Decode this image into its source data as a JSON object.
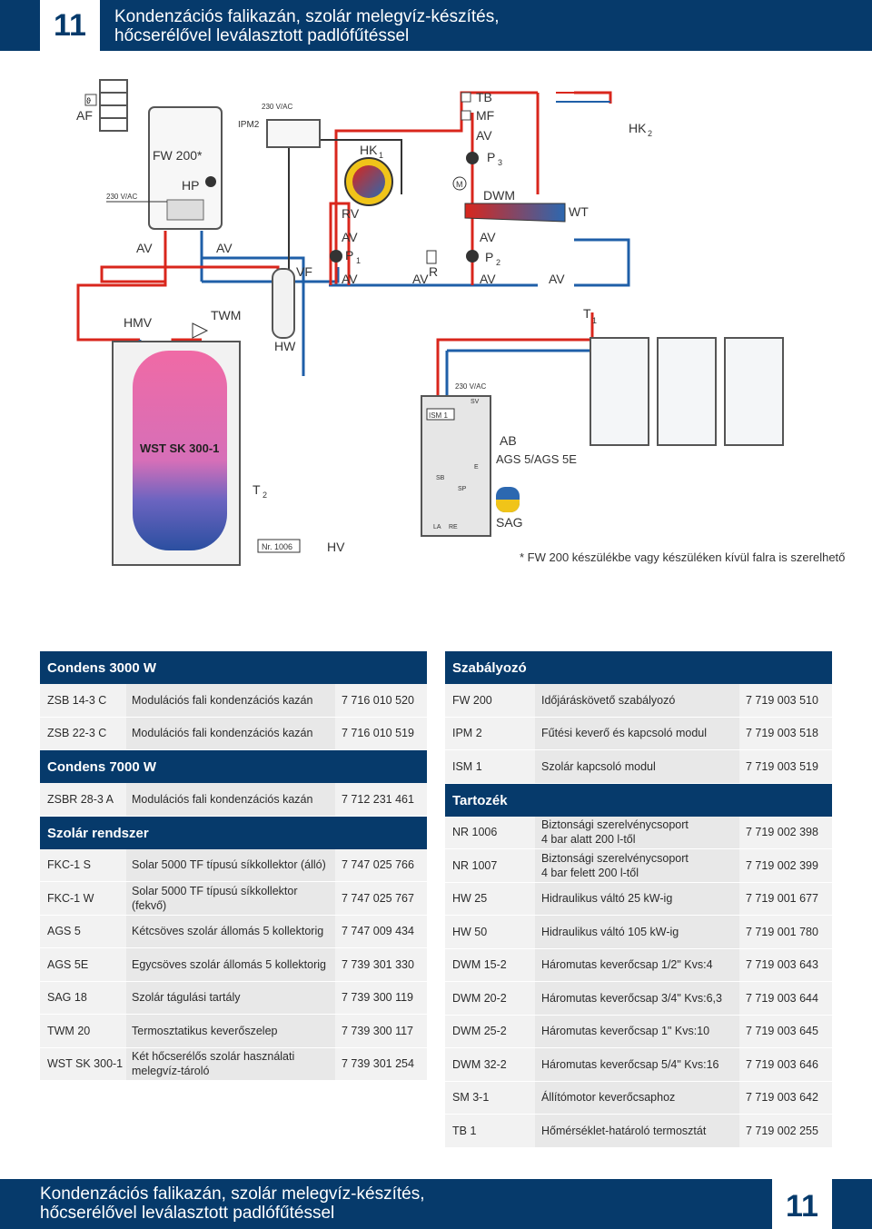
{
  "header": {
    "number": "11",
    "title_line1": "Kondenzációs falikazán, szolár melegvíz-készítés,",
    "title_line2": "hőcserélővel leválasztott padlófűtéssel"
  },
  "diagram": {
    "labels": {
      "af": "AF",
      "fw200": "FW 200*",
      "hp": "HP",
      "v230a": "230 V/AC",
      "v230b": "230 V/AC",
      "v230c": "230 V/AC",
      "ipm2": "IPM2",
      "hk1": "HK",
      "hk1_sub": "1",
      "hk2": "HK",
      "hk2_sub": "2",
      "tb": "TB",
      "mf": "MF",
      "av": "AV",
      "p3": "P",
      "p3_sub": "3",
      "p2": "P",
      "p2_sub": "2",
      "p1": "P",
      "p1_sub": "1",
      "dwm": "DWM",
      "wt": "WT",
      "rv": "RV",
      "vf": "VF",
      "r": "R",
      "m": "M",
      "hmv": "HMV",
      "twm": "TWM",
      "hw": "HW",
      "t1": "T",
      "t1_sub": "1",
      "t2": "T",
      "t2_sub": "2",
      "wst": "WST SK 300-1",
      "nr1006": "Nr. 1006",
      "hv": "HV",
      "ism1": "ISM 1",
      "sv": "SV",
      "ab": "AB",
      "ags": "AGS 5/AGS 5E",
      "sag": "SAG",
      "sb": "SB",
      "sp": "SP",
      "la": "LA",
      "re": "RE",
      "e": "E"
    },
    "colors": {
      "flow": "#d9261c",
      "return": "#1f5fa8",
      "cold": "#2c68b0",
      "tank_hot": "#f06aa5",
      "tank_cold": "#2b4fa0",
      "sag": "#f0c419"
    }
  },
  "footnote": "* FW 200 készülékbe vagy készüléken kívül falra is szerelhető",
  "left": {
    "sections": [
      {
        "title": "Condens 3000 W",
        "rows": [
          {
            "code": "ZSB 14-3 C",
            "desc": "Modulációs fali kondenzációs kazán",
            "desc2": "",
            "num": "7 716 010 520"
          },
          {
            "code": "ZSB 22-3 C",
            "desc": "Modulációs fali kondenzációs kazán",
            "desc2": "",
            "num": "7 716 010 519"
          }
        ]
      },
      {
        "title": "Condens 7000 W",
        "rows": [
          {
            "code": "ZSBR 28-3 A",
            "desc": "Modulációs fali kondenzációs kazán",
            "desc2": "",
            "num": "7 712 231 461"
          }
        ]
      },
      {
        "title": "Szolár rendszer",
        "rows": [
          {
            "code": "FKC-1 S",
            "desc": "Solar 5000 TF típusú síkkollektor (álló)",
            "desc2": "",
            "num": "7 747 025 766"
          },
          {
            "code": "FKC-1 W",
            "desc": "Solar 5000 TF típusú síkkollektor (fekvő)",
            "desc2": "",
            "num": "7 747 025 767"
          },
          {
            "code": "AGS 5",
            "desc": "Kétcsöves szolár állomás 5 kollektorig",
            "desc2": "",
            "num": "7 747 009 434"
          },
          {
            "code": "AGS 5E",
            "desc": "Egycsöves szolár állomás 5 kollektorig",
            "desc2": "",
            "num": "7 739 301 330"
          },
          {
            "code": "SAG 18",
            "desc": "Szolár tágulási tartály",
            "desc2": "",
            "num": "7 739 300 119"
          },
          {
            "code": "TWM 20",
            "desc": "Termosztatikus keverőszelep",
            "desc2": "",
            "num": "7 739 300 117"
          },
          {
            "code": "WST SK 300-1",
            "desc": "Két hőcserélős szolár használati",
            "desc2": "melegvíz-tároló",
            "num": "7 739 301 254"
          }
        ]
      }
    ]
  },
  "right": {
    "sections": [
      {
        "title": "Szabályozó",
        "rows": [
          {
            "code": "FW 200",
            "desc": "Időjáráskövető szabályozó",
            "desc2": "",
            "num": "7 719 003 510"
          },
          {
            "code": "IPM 2",
            "desc": "Fűtési keverő és kapcsoló modul",
            "desc2": "",
            "num": "7 719 003 518"
          },
          {
            "code": "ISM 1",
            "desc": "Szolár kapcsoló modul",
            "desc2": "",
            "num": "7 719 003 519"
          }
        ]
      },
      {
        "title": "Tartozék",
        "rows": [
          {
            "code": "NR 1006",
            "desc": "Biztonsági szerelvénycsoport",
            "desc2": "4 bar alatt 200 l-től",
            "num": "7 719 002 398"
          },
          {
            "code": "NR 1007",
            "desc": "Biztonsági szerelvénycsoport",
            "desc2": "4 bar felett 200 l-től",
            "num": "7 719 002 399"
          },
          {
            "code": "HW 25",
            "desc": "Hidraulikus váltó 25 kW-ig",
            "desc2": "",
            "num": "7 719 001 677"
          },
          {
            "code": "HW 50",
            "desc": "Hidraulikus váltó 105 kW-ig",
            "desc2": "",
            "num": "7 719 001 780"
          },
          {
            "code": "DWM 15-2",
            "desc": "Háromutas keverőcsap 1/2\" Kvs:4",
            "desc2": "",
            "num": "7 719 003 643"
          },
          {
            "code": "DWM 20-2",
            "desc": "Háromutas keverőcsap 3/4\" Kvs:6,3",
            "desc2": "",
            "num": "7 719 003 644"
          },
          {
            "code": "DWM 25-2",
            "desc": "Háromutas keverőcsap 1\" Kvs:10",
            "desc2": "",
            "num": "7 719 003 645"
          },
          {
            "code": "DWM 32-2",
            "desc": "Háromutas keverőcsap 5/4\" Kvs:16",
            "desc2": "",
            "num": "7 719 003 646"
          },
          {
            "code": "SM 3-1",
            "desc": "Állítómotor keverőcsaphoz",
            "desc2": "",
            "num": "7 719 003 642"
          },
          {
            "code": "TB 1",
            "desc": "Hőmérséklet-határoló termosztát",
            "desc2": "",
            "num": "7 719 002 255"
          }
        ]
      }
    ]
  },
  "footer": {
    "number": "11",
    "title_line1": "Kondenzációs falikazán, szolár melegvíz-készítés,",
    "title_line2": "hőcserélővel leválasztott padlófűtéssel"
  }
}
